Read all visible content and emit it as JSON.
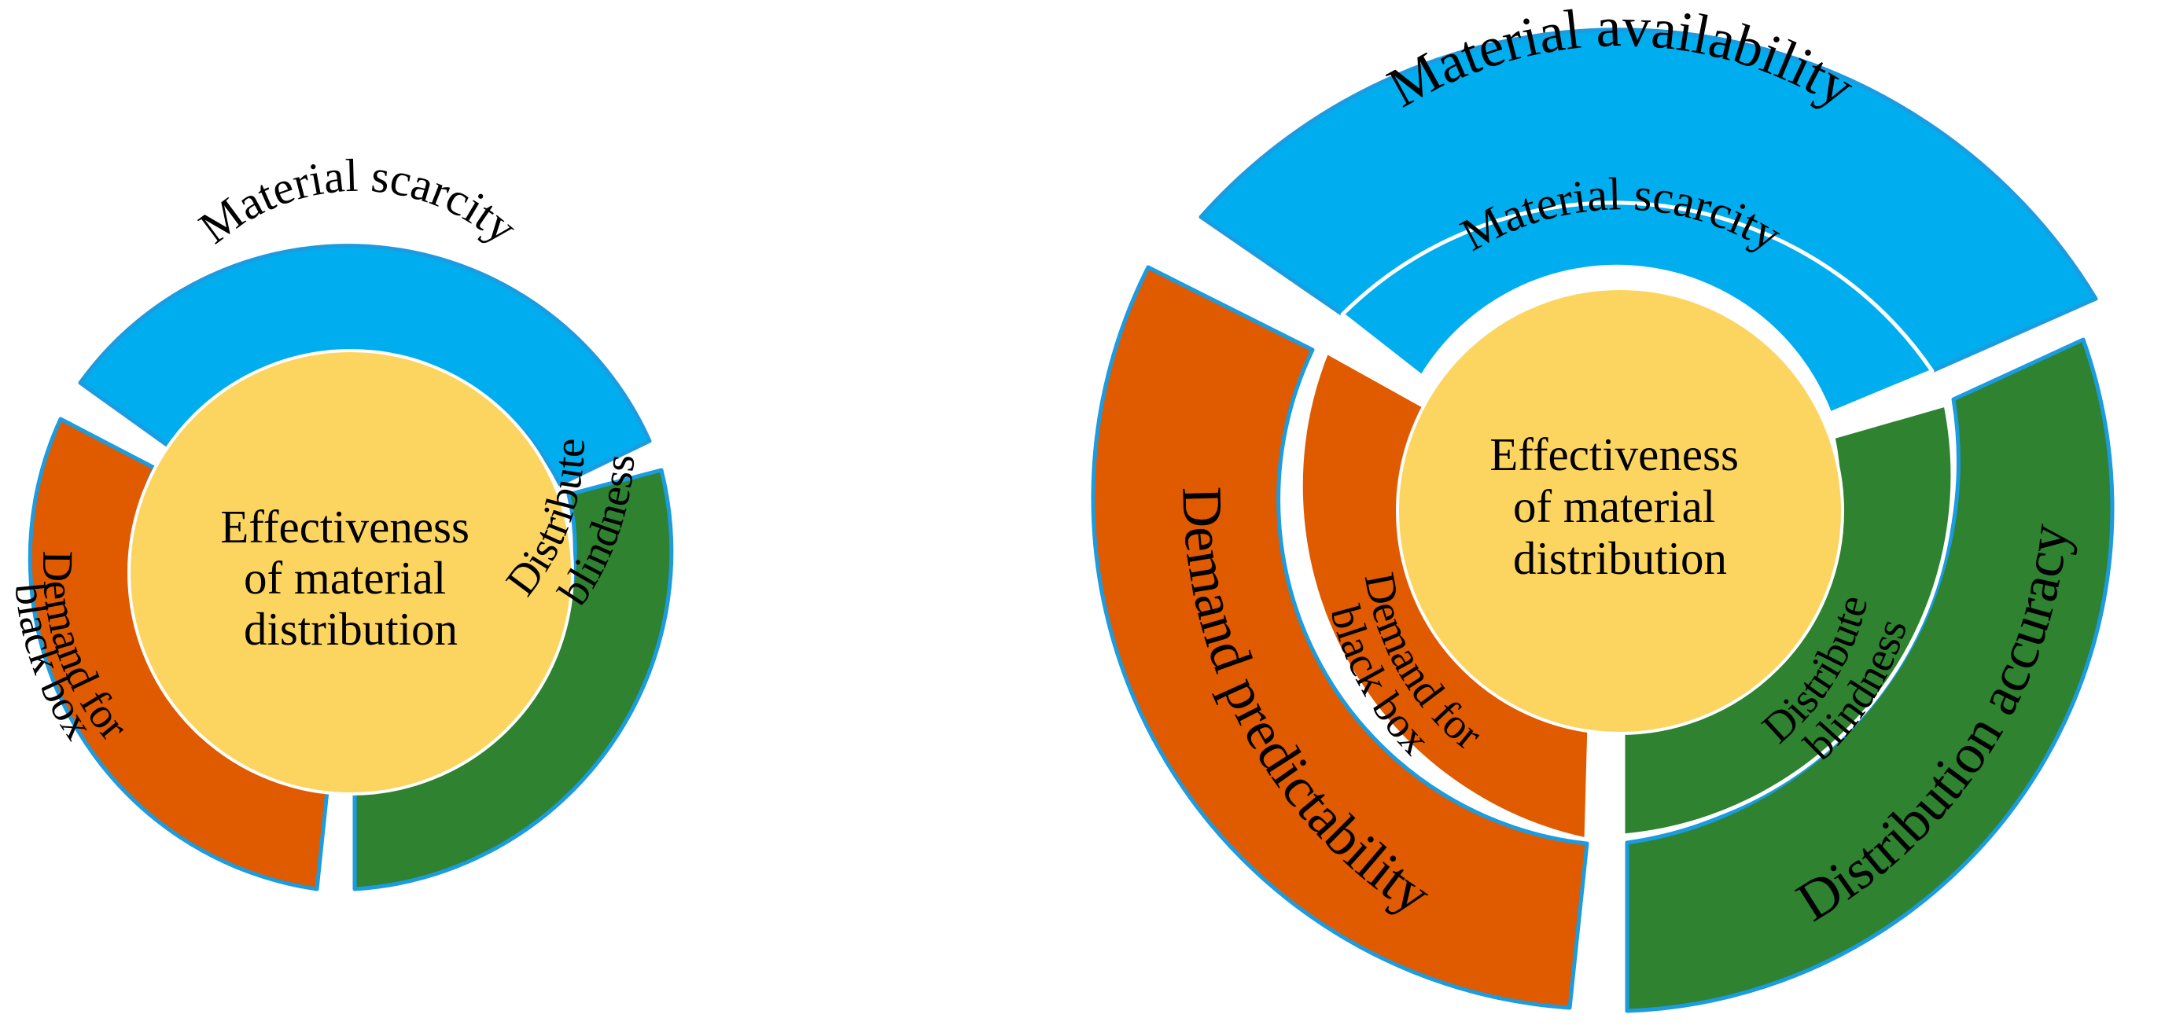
{
  "colors": {
    "center": "#fcd561",
    "blue": "#00aeef",
    "orange": "#e05a00",
    "green": "#2e8230",
    "outline": "#1b9be0",
    "text": "#000000"
  },
  "diagram_left": {
    "center_lines": [
      "Effectiveness",
      "of material",
      "distribution"
    ],
    "segments": {
      "top": "Material scarcity",
      "left_lines": [
        "Demand for",
        "black box"
      ],
      "right_lines": [
        "Distribute",
        "blindness"
      ]
    }
  },
  "diagram_right": {
    "center_lines": [
      "Effectiveness",
      "of material",
      "distribution"
    ],
    "inner_segments": {
      "top": "Material scarcity",
      "left_lines": [
        "Demand for",
        "black box"
      ],
      "right_lines": [
        "Distribute",
        "blindness"
      ]
    },
    "outer_segments": {
      "top": "Material availability",
      "left": "Demand predictability",
      "right": "Distribution accuracy"
    }
  }
}
